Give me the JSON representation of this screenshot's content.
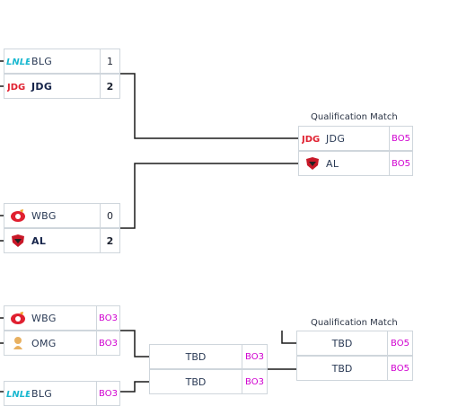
{
  "colors": {
    "bo_accent": "#d000d0",
    "border": "#cfd6dc",
    "line": "#1a1a1a",
    "lng_red": "#e02030",
    "blg_cyan": "#1ab8d0"
  },
  "upper_bracket": {
    "match1": {
      "team_a": {
        "name": "BLG",
        "score": "1",
        "logo": "blg-logo-icon"
      },
      "team_b": {
        "name": "JDG",
        "score": "2",
        "logo": "jdg-logo-icon"
      }
    },
    "match2": {
      "team_a": {
        "name": "WBG",
        "score": "0",
        "logo": "wbg-logo-icon"
      },
      "team_b": {
        "name": "AL",
        "score": "2",
        "logo": "al-logo-icon"
      }
    },
    "qualification": {
      "label": "Qualification Match",
      "team_a": {
        "name": "JDG",
        "bo": "BO5",
        "logo": "jdg-logo-icon"
      },
      "team_b": {
        "name": "AL",
        "bo": "BO5",
        "logo": "al-logo-icon"
      }
    }
  },
  "lower_bracket": {
    "match1": {
      "team_a": {
        "name": "WBG",
        "bo": "BO3",
        "logo": "wbg-logo-icon"
      },
      "team_b": {
        "name": "OMG",
        "bo": "BO3",
        "logo": "omg-logo-icon"
      }
    },
    "match2": {
      "team_a": {
        "name": "BLG",
        "bo": "BO3",
        "logo": "blg-logo-icon"
      }
    },
    "semi": {
      "team_a": {
        "name": "TBD",
        "bo": "BO3"
      },
      "team_b": {
        "name": "TBD",
        "bo": "BO3"
      }
    },
    "qualification": {
      "label": "Qualification Match",
      "team_a": {
        "name": "TBD",
        "bo": "BO5"
      },
      "team_b": {
        "name": "TBD",
        "bo": "BO5"
      }
    }
  }
}
